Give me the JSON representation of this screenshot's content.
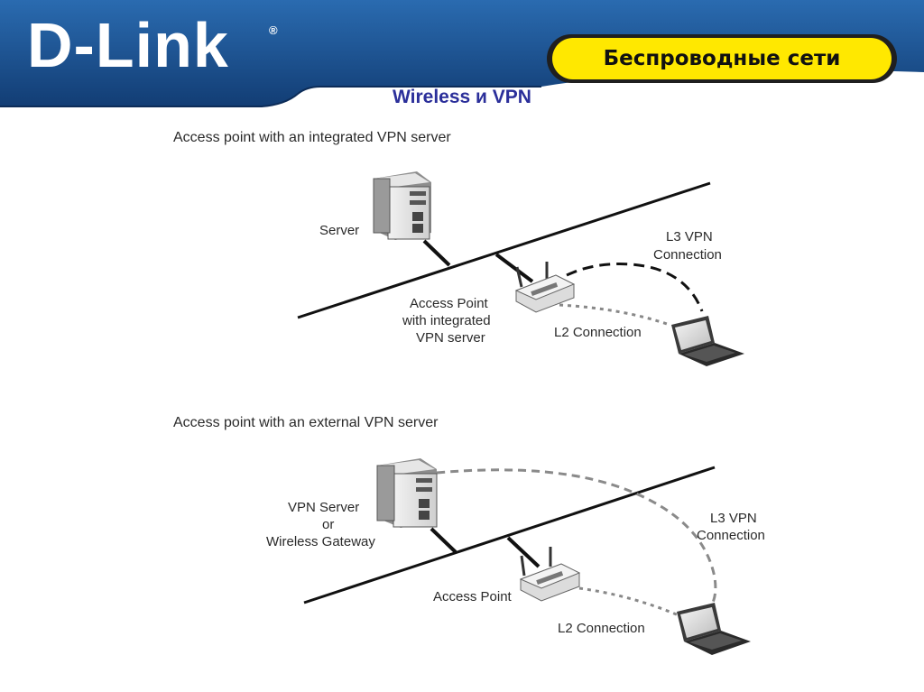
{
  "header": {
    "logo": "D-Link",
    "logo_mark": "®",
    "banner": "Беспроводные сети"
  },
  "slide": {
    "title": "Wireless и VPN"
  },
  "diagram_top": {
    "caption": "Access point with an integrated VPN server",
    "server_label": "Server",
    "ap_label_1": "Access Point",
    "ap_label_2": "with integrated",
    "ap_label_3": "VPN server",
    "l3_label_1": "L3 VPN",
    "l3_label_2": "Connection",
    "l2_label": "L2 Connection"
  },
  "diagram_bottom": {
    "caption": "Access point with an external VPN server",
    "server_label_1": "VPN Server",
    "server_label_2": "or",
    "server_label_3": "Wireless Gateway",
    "ap_label": "Access Point",
    "l3_label_1": "L3 VPN",
    "l3_label_2": "Connection",
    "l2_label": "L2 Connection"
  },
  "colors": {
    "header_blue": "#1d4e8c",
    "banner_yellow": "#ffe800",
    "title_blue": "#2b2f9a"
  }
}
